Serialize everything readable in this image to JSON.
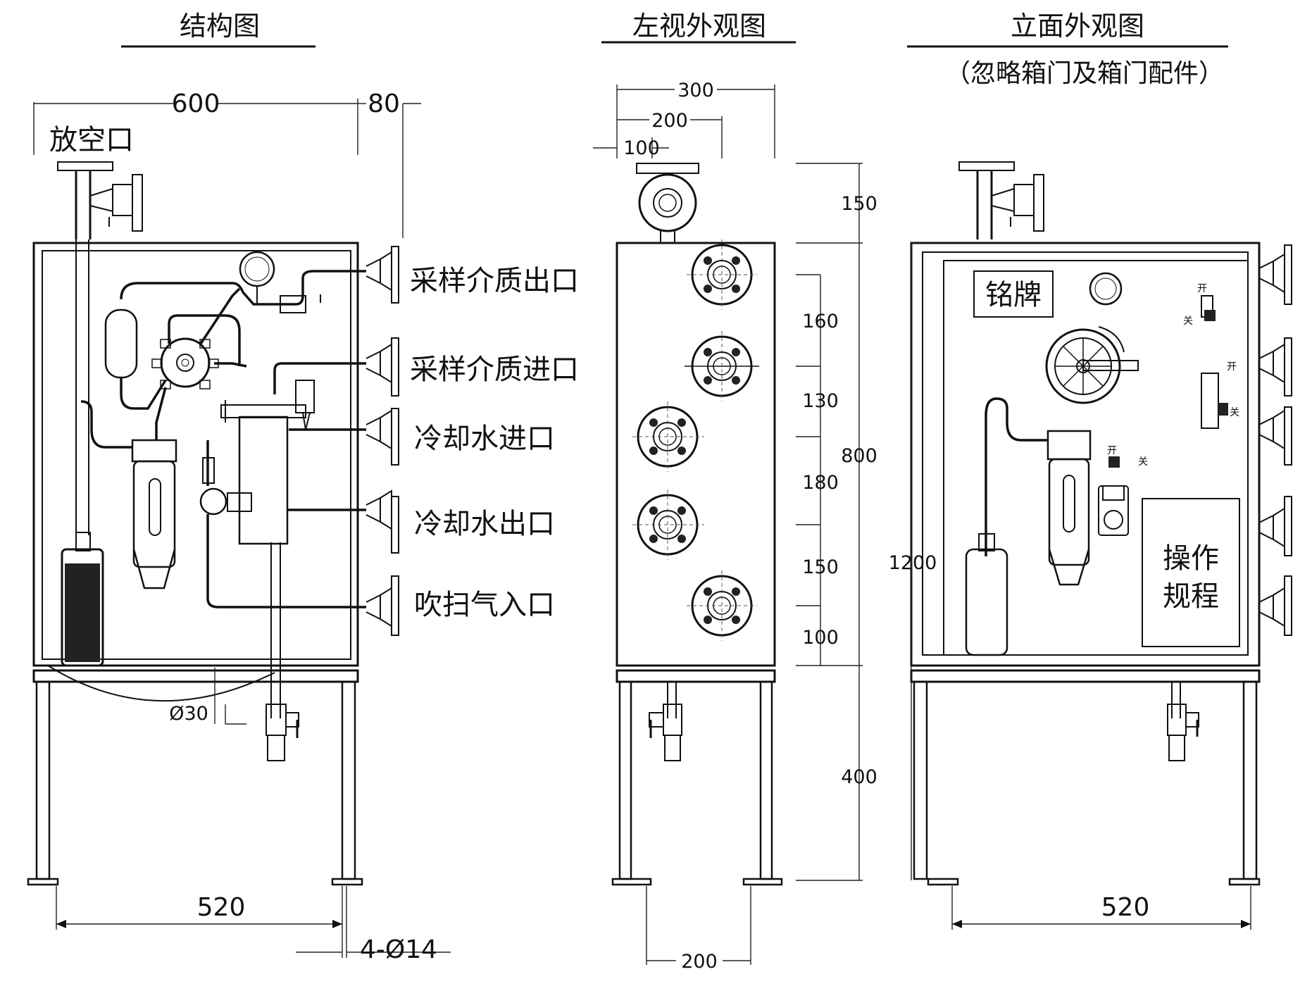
{
  "views": {
    "structure_title": "结构图",
    "left_title": "左视外观图",
    "front_title": "立面外观图",
    "front_subtitle": "（忽略箱门及箱门配件）"
  },
  "ports": {
    "vent": "放空口",
    "sample_out": "采样介质出口",
    "sample_in": "采样介质进口",
    "cool_in": "冷却水进口",
    "cool_out": "冷却水出口",
    "purge_in": "吹扫气入口"
  },
  "dims": {
    "d600": "600",
    "d80": "80",
    "d520a": "520",
    "d4phi14": "4-Ø14",
    "dphi30": "Ø30",
    "d300": "300",
    "d200a": "200",
    "d100a": "100",
    "d200b": "200",
    "d150a": "150",
    "d160": "160",
    "d130": "130",
    "d180": "180",
    "d150b": "150",
    "d100b": "100",
    "d800": "800",
    "d400": "400",
    "d1200": "1200",
    "d520b": "520"
  },
  "panel": {
    "nameplate": "铭牌",
    "procedure_1": "操作",
    "procedure_2": "规程",
    "open": "开",
    "close": "关"
  }
}
